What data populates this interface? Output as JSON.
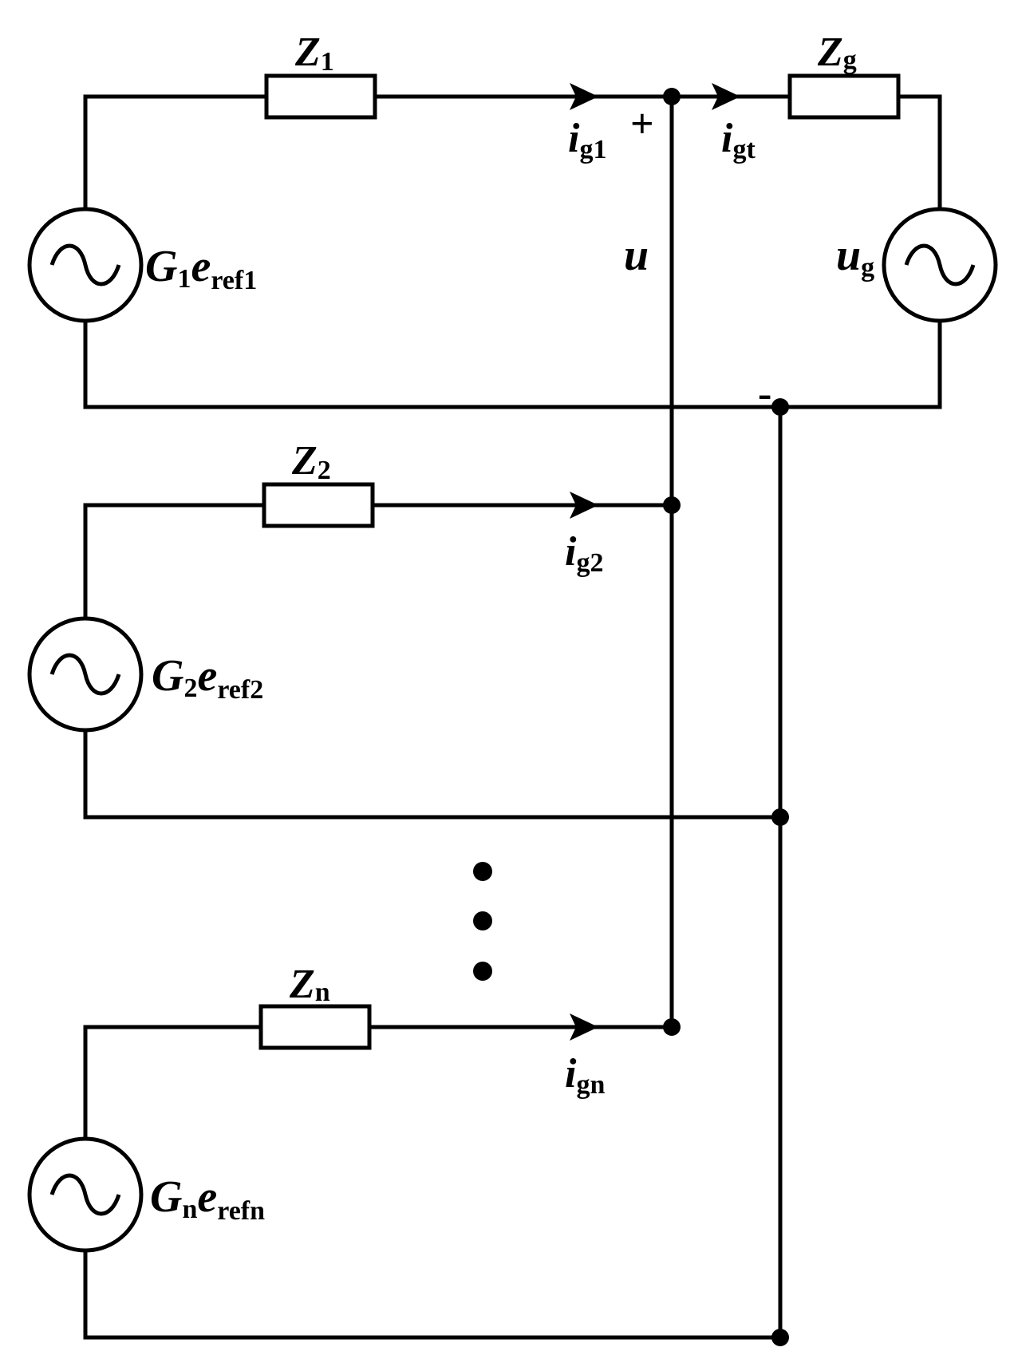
{
  "diagram": {
    "impedances": {
      "z1": {
        "main": "Z",
        "sub": "1"
      },
      "zg": {
        "main": "Z",
        "sub": "g"
      },
      "z2": {
        "main": "Z",
        "sub": "2"
      },
      "zn": {
        "main": "Z",
        "sub": "n"
      }
    },
    "currents": {
      "ig1": {
        "main": "i",
        "sub": "g1"
      },
      "igt": {
        "main": "i",
        "sub": "gt"
      },
      "ig2": {
        "main": "i",
        "sub": "g2"
      },
      "ign": {
        "main": "i",
        "sub": "gn"
      }
    },
    "sources": {
      "g1": {
        "g": "G",
        "gsub": "1",
        "e": "e",
        "esub": "ref1"
      },
      "g2": {
        "g": "G",
        "gsub": "2",
        "e": "e",
        "esub": "ref2"
      },
      "gn": {
        "g": "G",
        "gsub": "n",
        "e": "e",
        "esub": "refn"
      },
      "ug": {
        "main": "u",
        "sub": "g"
      }
    },
    "voltage": {
      "main": "u",
      "plus": "+",
      "minus": "-"
    }
  }
}
